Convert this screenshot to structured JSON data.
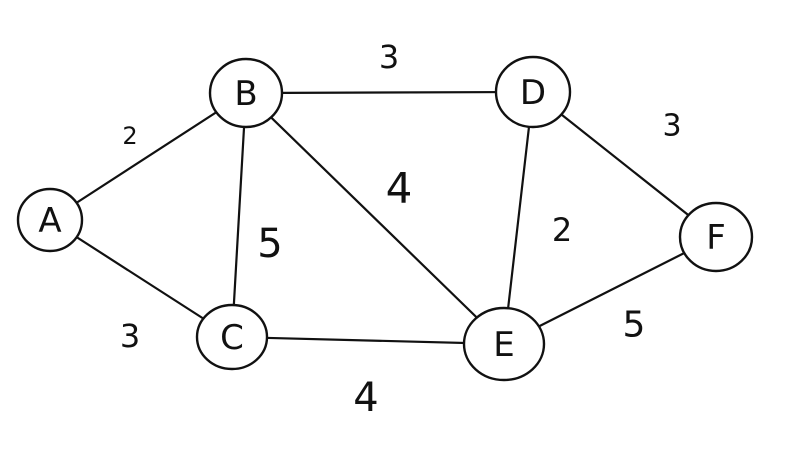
{
  "graph": {
    "nodes": [
      {
        "id": "A",
        "label": "A"
      },
      {
        "id": "B",
        "label": "B"
      },
      {
        "id": "C",
        "label": "C"
      },
      {
        "id": "D",
        "label": "D"
      },
      {
        "id": "E",
        "label": "E"
      },
      {
        "id": "F",
        "label": "F"
      }
    ],
    "edges": [
      {
        "from": "A",
        "to": "B",
        "weight": "2"
      },
      {
        "from": "A",
        "to": "C",
        "weight": "3"
      },
      {
        "from": "B",
        "to": "D",
        "weight": "3"
      },
      {
        "from": "B",
        "to": "C",
        "weight": "5"
      },
      {
        "from": "B",
        "to": "E",
        "weight": "4"
      },
      {
        "from": "C",
        "to": "E",
        "weight": "4"
      },
      {
        "from": "D",
        "to": "E",
        "weight": "2"
      },
      {
        "from": "D",
        "to": "F",
        "weight": "3"
      },
      {
        "from": "E",
        "to": "F",
        "weight": "5"
      }
    ]
  }
}
